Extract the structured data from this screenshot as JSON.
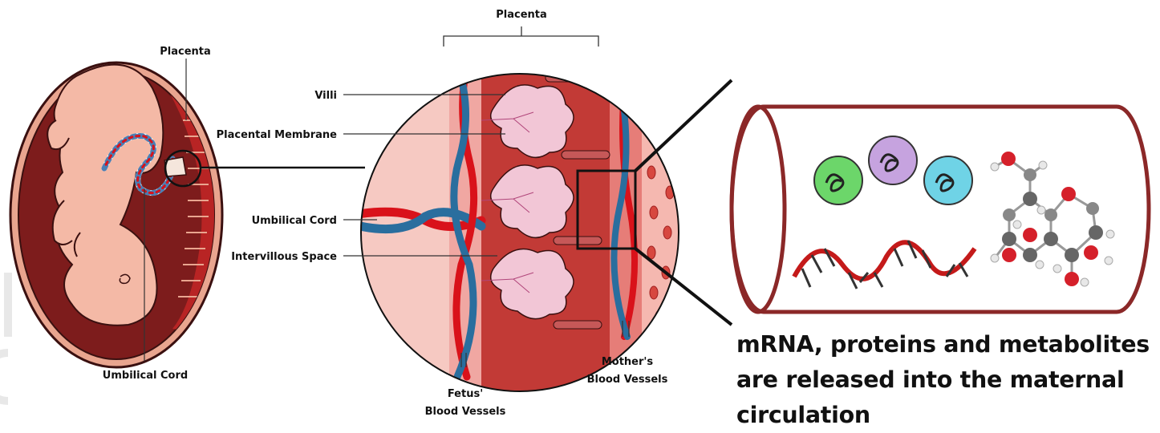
{
  "fetus_panel": {
    "placenta_label": "Placenta",
    "umbilical_cord_label": "Umbilical Cord"
  },
  "placenta_panel": {
    "placenta_label": "Placenta",
    "villi_label": "Villi",
    "membrane_label": "Placental Membrane",
    "cord_label": "Umbilical Cord",
    "intervillous_label": "Intervillous Space",
    "fetus_vessels_label": [
      "Fetus'",
      "Blood Vessels"
    ],
    "mother_vessels_label": [
      "Mother's",
      "Blood Vessels"
    ]
  },
  "circulation_panel": {
    "molecule_icons": [
      "protein-green-icon",
      "protein-purple-icon",
      "protein-cyan-icon",
      "mrna-strand-icon",
      "metabolite-molecule-icon"
    ],
    "caption_lines": [
      "mRNA, proteins and metabolites",
      "are released into the maternal",
      "circulation"
    ]
  },
  "colors": {
    "uterus": "#8b1a1a",
    "skin": "#f2b8a6",
    "vessel_red": "#d9121a",
    "vessel_blue": "#2a6e9e",
    "tube_border": "#8b2828"
  }
}
